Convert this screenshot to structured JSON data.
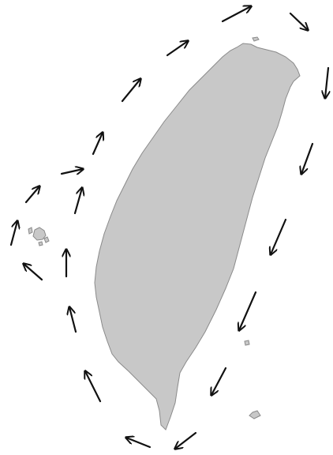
{
  "colors": {
    "background": "#ffffff",
    "land_fill": "#c8c8c8",
    "land_stroke": "#8a8a8a",
    "arrow": "#111111"
  },
  "map": {
    "features": [
      "main-island",
      "penghu-islands",
      "green-island",
      "orchid-island",
      "circulation-arrows"
    ],
    "arrow_direction": "clockwise"
  }
}
